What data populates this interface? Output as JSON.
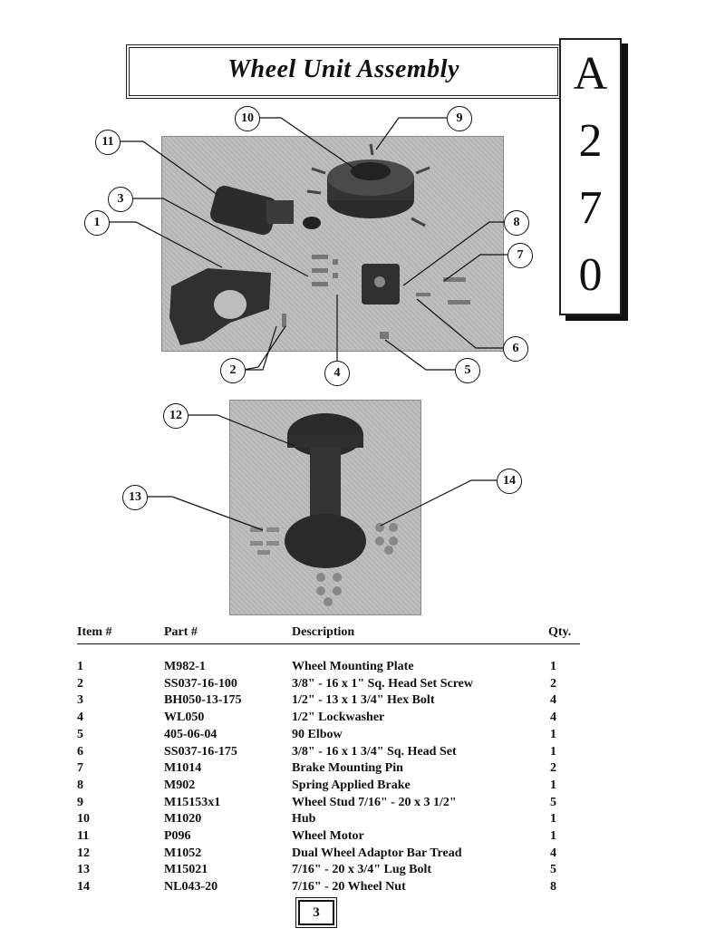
{
  "title": "Wheel Unit Assembly",
  "code": [
    "A",
    "2",
    "7",
    "0"
  ],
  "callouts": [
    "1",
    "2",
    "3",
    "4",
    "5",
    "6",
    "7",
    "8",
    "9",
    "10",
    "11",
    "12",
    "13",
    "14"
  ],
  "table": {
    "headers": {
      "item": "Item #",
      "part": "Part #",
      "description": "Description",
      "qty": "Qty."
    },
    "rows": [
      {
        "item": "1",
        "part": "M982-1",
        "description": "Wheel Mounting Plate",
        "qty": "1"
      },
      {
        "item": "2",
        "part": "SS037-16-100",
        "description": "3/8\" - 16 x 1\" Sq. Head Set Screw",
        "qty": "2"
      },
      {
        "item": "3",
        "part": "BH050-13-175",
        "description": "1/2\" - 13 x 1 3/4\" Hex Bolt",
        "qty": "4"
      },
      {
        "item": "4",
        "part": "WL050",
        "description": "1/2\" Lockwasher",
        "qty": "4"
      },
      {
        "item": "5",
        "part": "405-06-04",
        "description": "90 Elbow",
        "qty": "1"
      },
      {
        "item": "6",
        "part": "SS037-16-175",
        "description": "3/8\" - 16 x 1 3/4\" Sq. Head Set",
        "qty": "1"
      },
      {
        "item": "7",
        "part": "M1014",
        "description": "Brake Mounting Pin",
        "qty": "2"
      },
      {
        "item": "8",
        "part": "M902",
        "description": "Spring Applied Brake",
        "qty": "1"
      },
      {
        "item": "9",
        "part": "M15153x1",
        "description": "Wheel Stud 7/16\" - 20 x 3 1/2\"",
        "qty": "5"
      },
      {
        "item": "10",
        "part": "M1020",
        "description": "Hub",
        "qty": "1"
      },
      {
        "item": "11",
        "part": "P096",
        "description": "Wheel Motor",
        "qty": "1"
      },
      {
        "item": "12",
        "part": "M1052",
        "description": "Dual Wheel Adaptor Bar Tread",
        "qty": "4"
      },
      {
        "item": "13",
        "part": "M15021",
        "description": "7/16\" - 20 x 3/4\" Lug Bolt",
        "qty": "5"
      },
      {
        "item": "14",
        "part": "NL043-20",
        "description": "7/16\" - 20 Wheel Nut",
        "qty": "8"
      }
    ]
  },
  "page_number": "3"
}
